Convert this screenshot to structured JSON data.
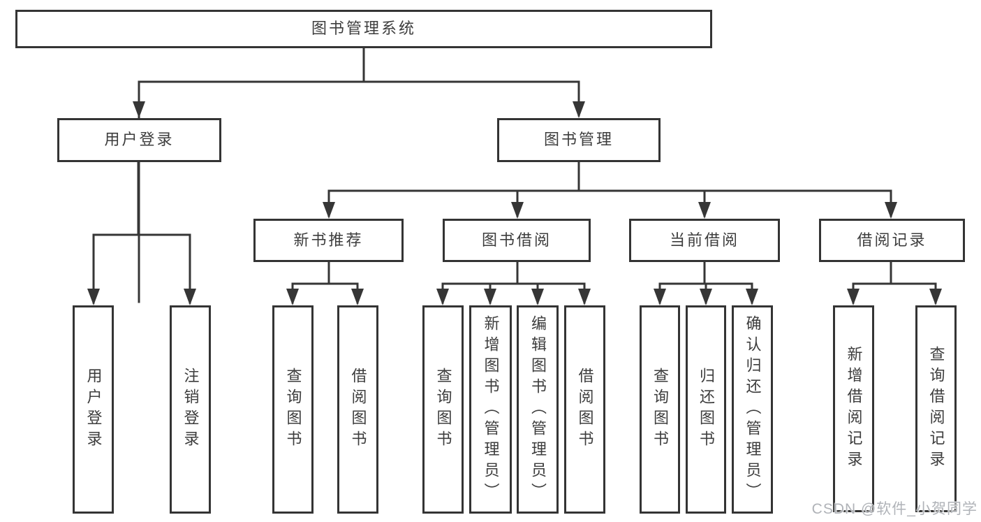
{
  "root": {
    "label": "图书管理系统"
  },
  "branches": [
    {
      "label": "用户登录",
      "children": [
        {
          "label": "用户登录"
        },
        {
          "label": "注销登录"
        }
      ]
    },
    {
      "label": "图书管理",
      "children": [
        {
          "label": "新书推荐",
          "children": [
            {
              "label": "查询图书"
            },
            {
              "label": "借阅图书"
            }
          ]
        },
        {
          "label": "图书借阅",
          "children": [
            {
              "label": "查询图书"
            },
            {
              "label": "新增图书（管理员）"
            },
            {
              "label": "编辑图书（管理员）"
            },
            {
              "label": "借阅图书"
            }
          ]
        },
        {
          "label": "当前借阅",
          "children": [
            {
              "label": "查询图书"
            },
            {
              "label": "归还图书"
            },
            {
              "label": "确认归还（管理员）"
            }
          ]
        },
        {
          "label": "借阅记录",
          "children": [
            {
              "label": "新增借阅记录"
            },
            {
              "label": "查询借阅记录"
            }
          ]
        }
      ]
    }
  ],
  "watermark": {
    "text": "CSDN @软件_小贺同学"
  },
  "colors": {
    "line": "#363636",
    "box_border": "#343434",
    "text": "#3d3d3d",
    "watermark": "#b0b3b8",
    "background": "#ffffff"
  }
}
